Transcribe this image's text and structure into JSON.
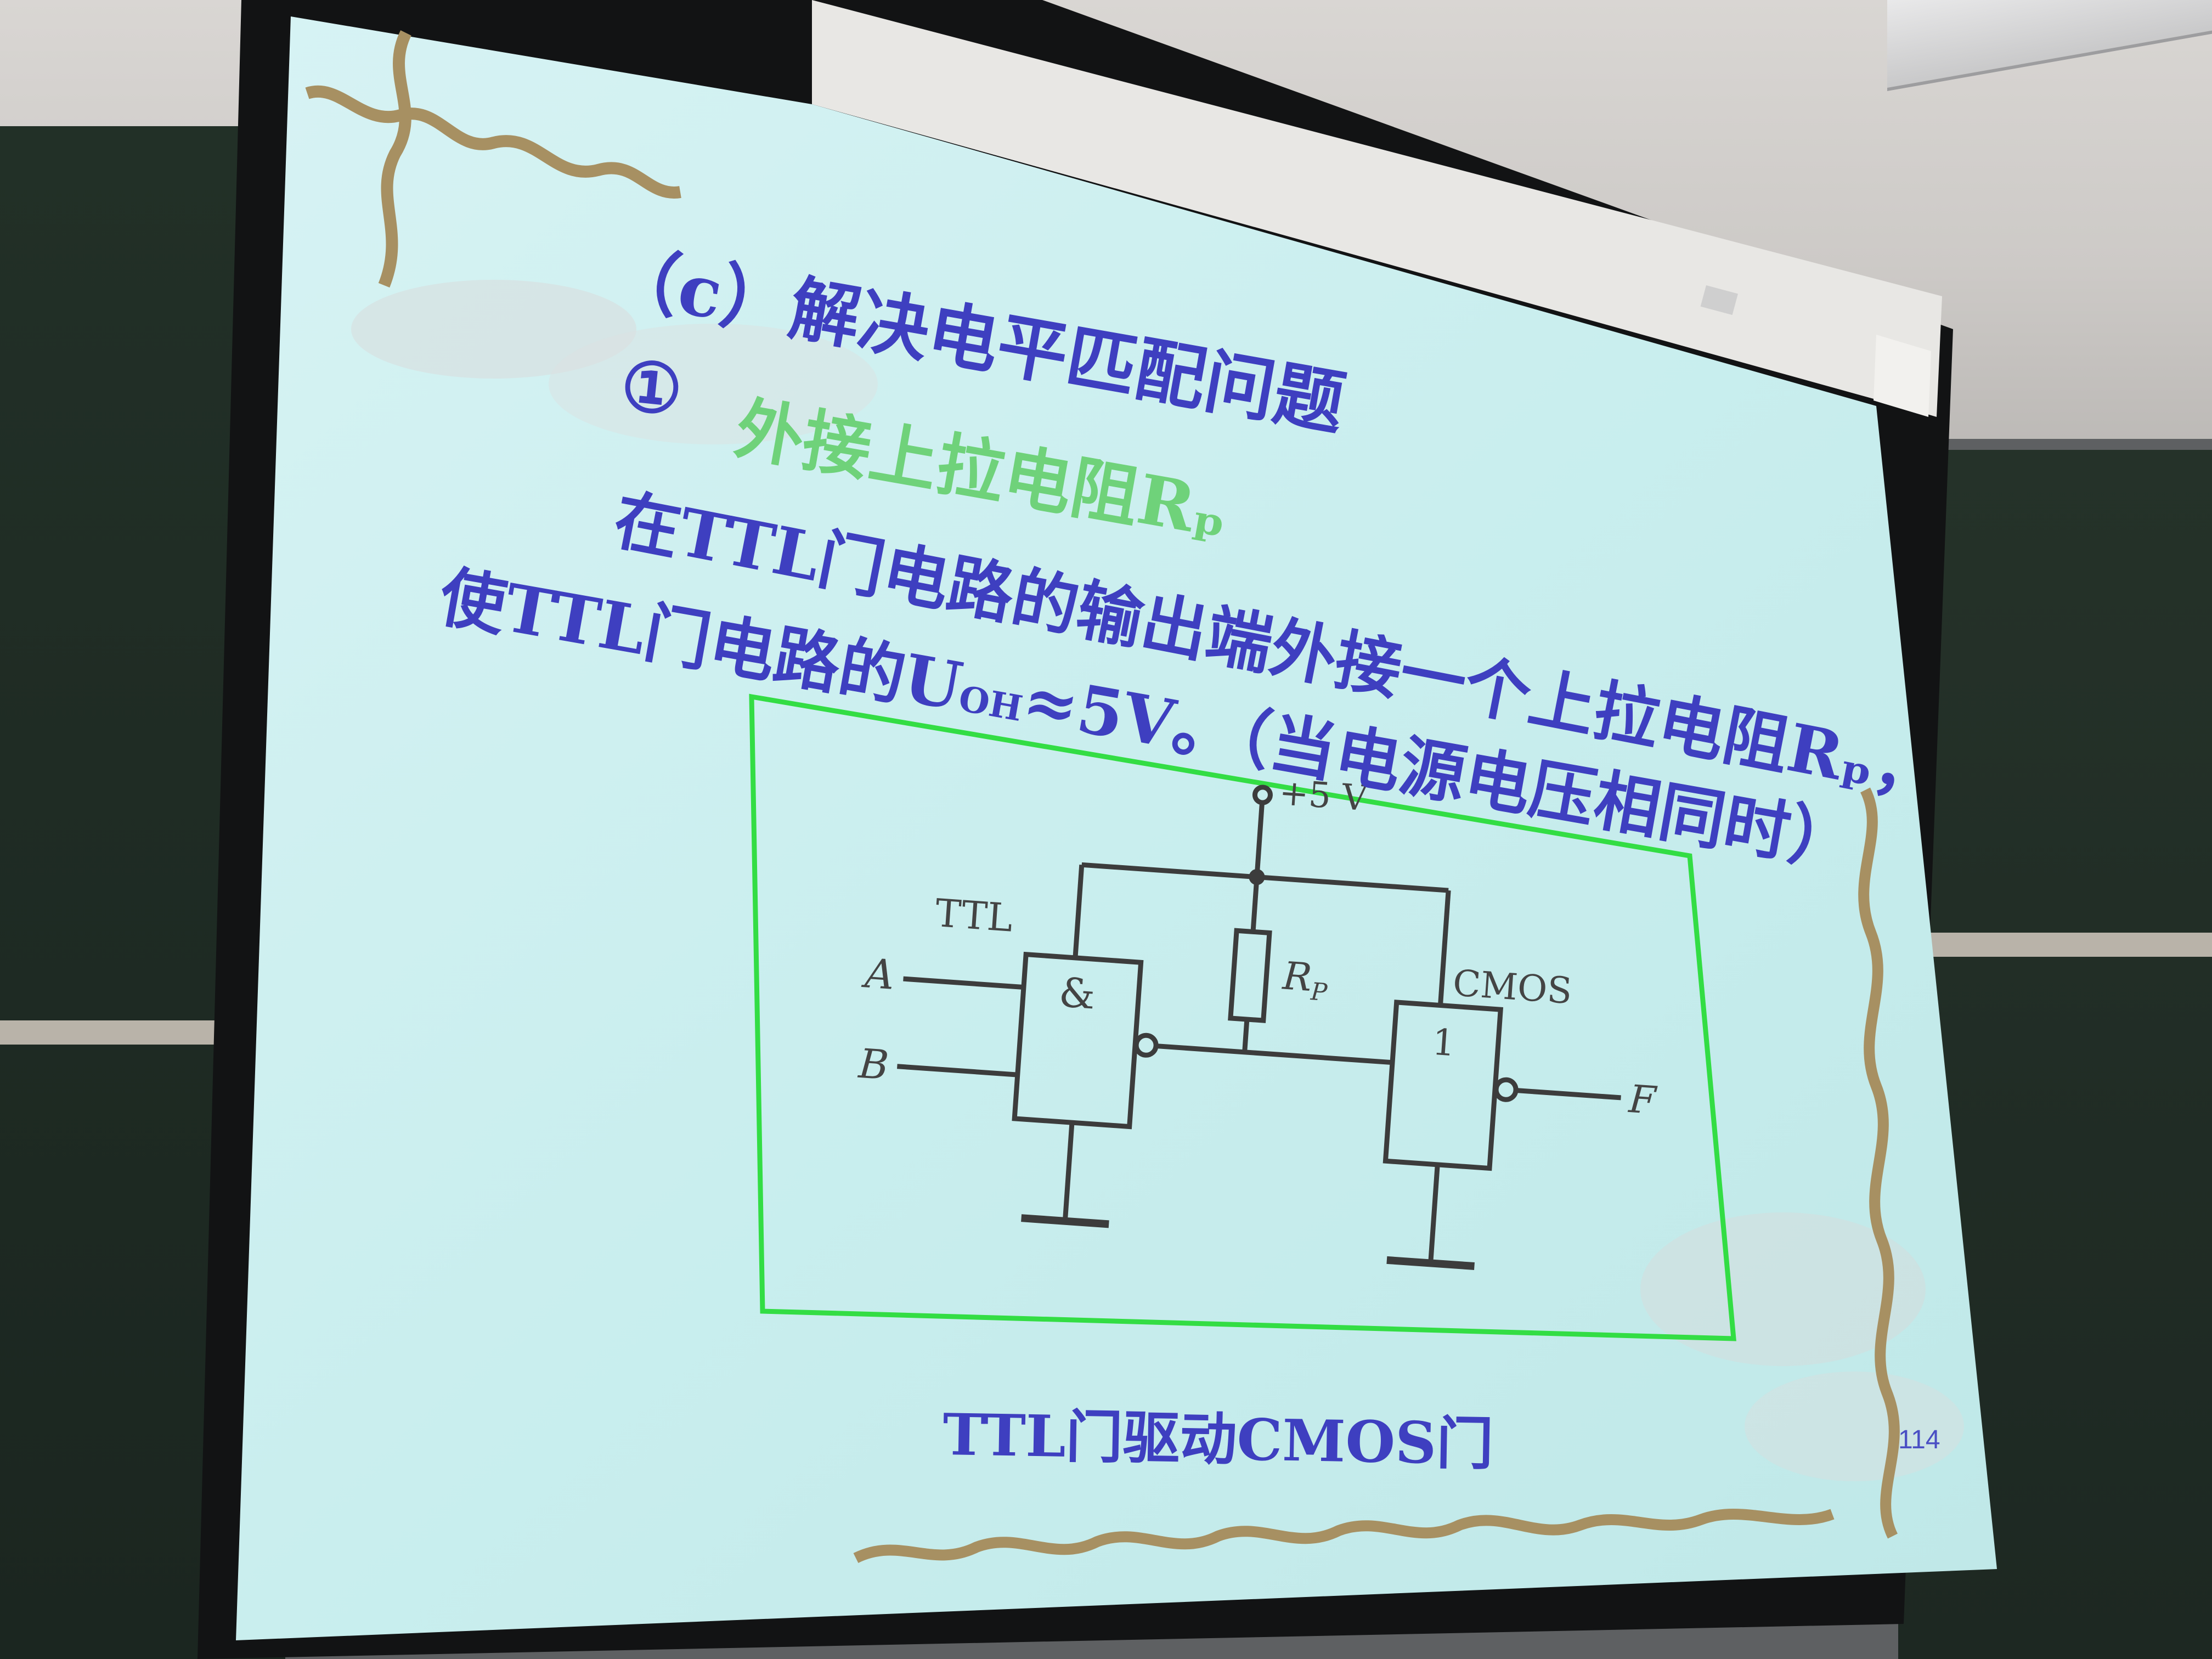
{
  "slide": {
    "heading": "（c）解决电平匹配问题",
    "item_marker": "①",
    "item_title": "外接上拉电阻Rₚ",
    "line1": "在TTL门电路的输出端外接一个上拉电阻Rₚ，",
    "line2": "使TTL门电路的U",
    "line2_sub": "OH",
    "line2_rest": "≈5V。（当电源电压相同时）",
    "caption": "TTL门驱动CMOS门",
    "page_number": "114"
  },
  "circuit": {
    "supply_label": "+5 V",
    "ttl_label": "TTL",
    "cmos_label": "CMOS",
    "and_symbol": "&",
    "inverter_symbol": "1",
    "input_a": "A",
    "input_b": "B",
    "output_f": "F",
    "resistor_label": "R",
    "resistor_sub": "P"
  },
  "colors": {
    "heading_text": "#3e3fc0",
    "item_title": "#6fd27a",
    "diagram_border": "#33dd44",
    "slide_background": "#c6ecec",
    "decorative_border": "#a79062"
  }
}
